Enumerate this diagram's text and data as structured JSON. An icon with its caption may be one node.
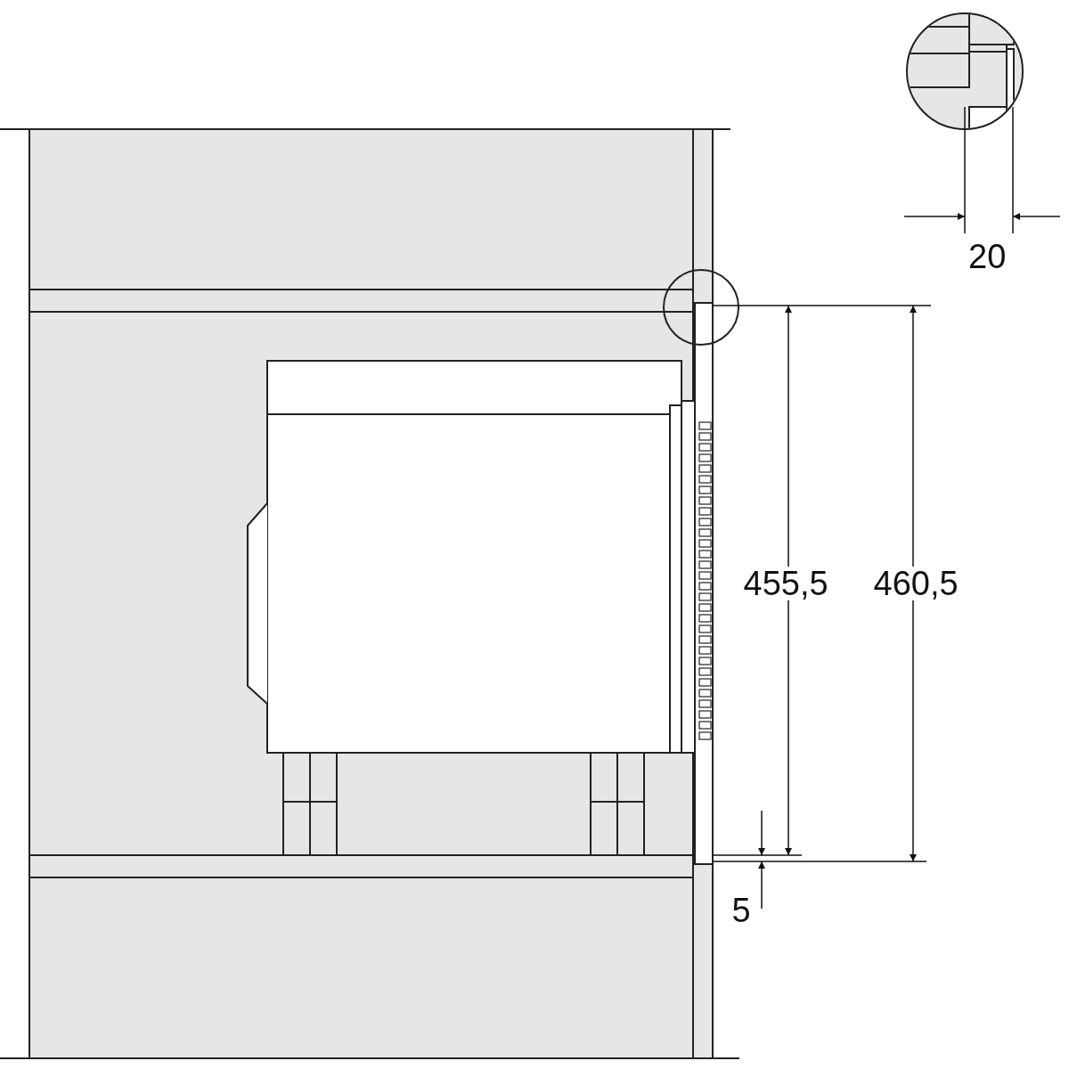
{
  "diagram": {
    "labels": [
      "20",
      "455,5",
      "460,5",
      "5"
    ]
  }
}
